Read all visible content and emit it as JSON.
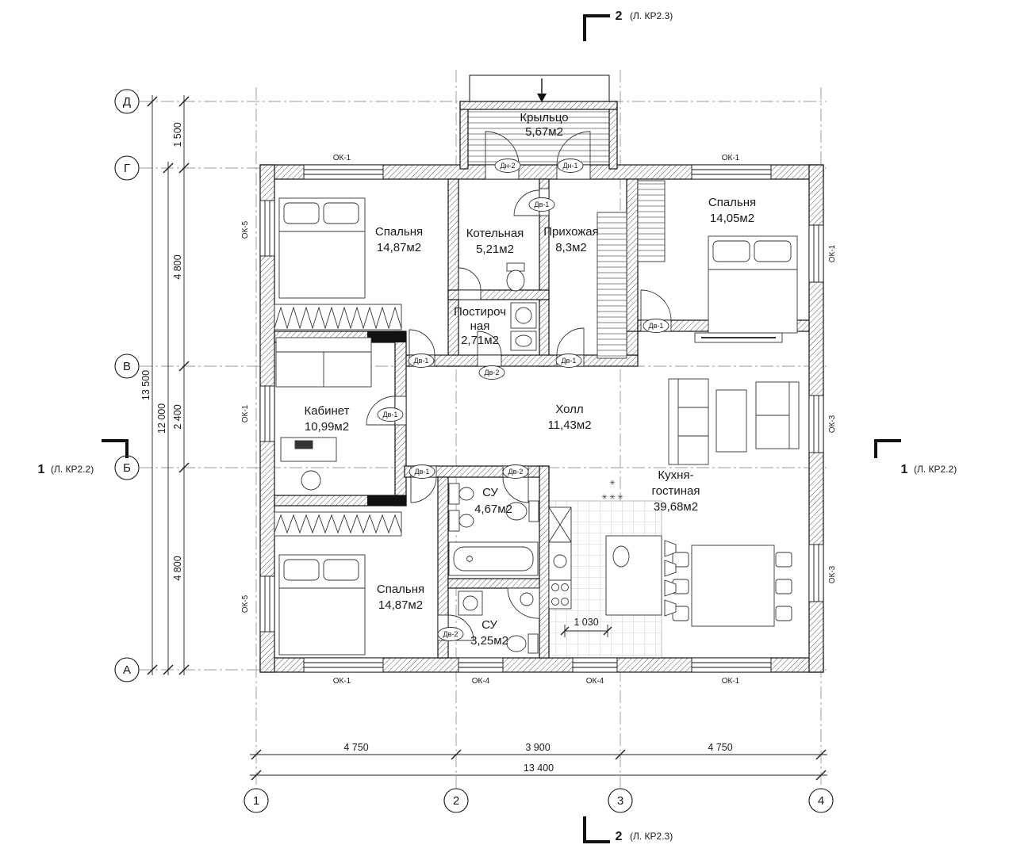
{
  "axes": {
    "rows": [
      "Д",
      "Г",
      "В",
      "Б",
      "А"
    ],
    "cols": [
      "1",
      "2",
      "3",
      "4"
    ]
  },
  "sections": {
    "top_num": "2",
    "top_ref": "(Л. КР2.3)",
    "bottom_num": "2",
    "bottom_ref": "(Л. КР2.3)",
    "left_num": "1",
    "left_ref": "(Л. КР2.2)",
    "right_num": "1",
    "right_ref": "(Л. КР2.2)"
  },
  "dims": {
    "v1": "1 500",
    "v2": "4 800",
    "v3": "2 400",
    "v4": "4 800",
    "v_sub": "12 000",
    "v_total": "13 500",
    "h1": "4 750",
    "h2": "3 900",
    "h3": "4 750",
    "h_total": "13 400",
    "island": "1 030"
  },
  "rooms": {
    "porch": {
      "name": "Крыльцо",
      "area": "5,67м2"
    },
    "bedroom_tl": {
      "name": "Спальня",
      "area": "14,87м2"
    },
    "boiler": {
      "name": "Котельная",
      "area": "5,21м2"
    },
    "entry": {
      "name": "Прихожая",
      "area": "8,3м2"
    },
    "bedroom_tr": {
      "name": "Спальня",
      "area": "14,05м2"
    },
    "laundry": {
      "line1": "Постироч",
      "line2": "ная",
      "area": "2,71м2"
    },
    "office": {
      "name": "Кабинет",
      "area": "10,99м2"
    },
    "hall": {
      "name": "Холл",
      "area": "11,43м2"
    },
    "kitchen": {
      "line1": "Кухня-",
      "line2": "гостиная",
      "area": "39,68м2"
    },
    "bath1": {
      "name": "СУ",
      "area": "4,67м2"
    },
    "bedroom_bl": {
      "name": "Спальня",
      "area": "14,87м2"
    },
    "bath2": {
      "name": "СУ",
      "area": "3,25м2"
    }
  },
  "tags": {
    "ok1": "ОК-1",
    "ok3": "ОК-3",
    "ok4": "ОК-4",
    "ok5": "ОК-5",
    "dv1": "Дв-1",
    "dv2": "Дв-2",
    "dn1": "Дн-1",
    "dn2": "Дн-2"
  },
  "misc": {
    "vent1": "✳",
    "vent2": "✳ ✳ ✳"
  }
}
